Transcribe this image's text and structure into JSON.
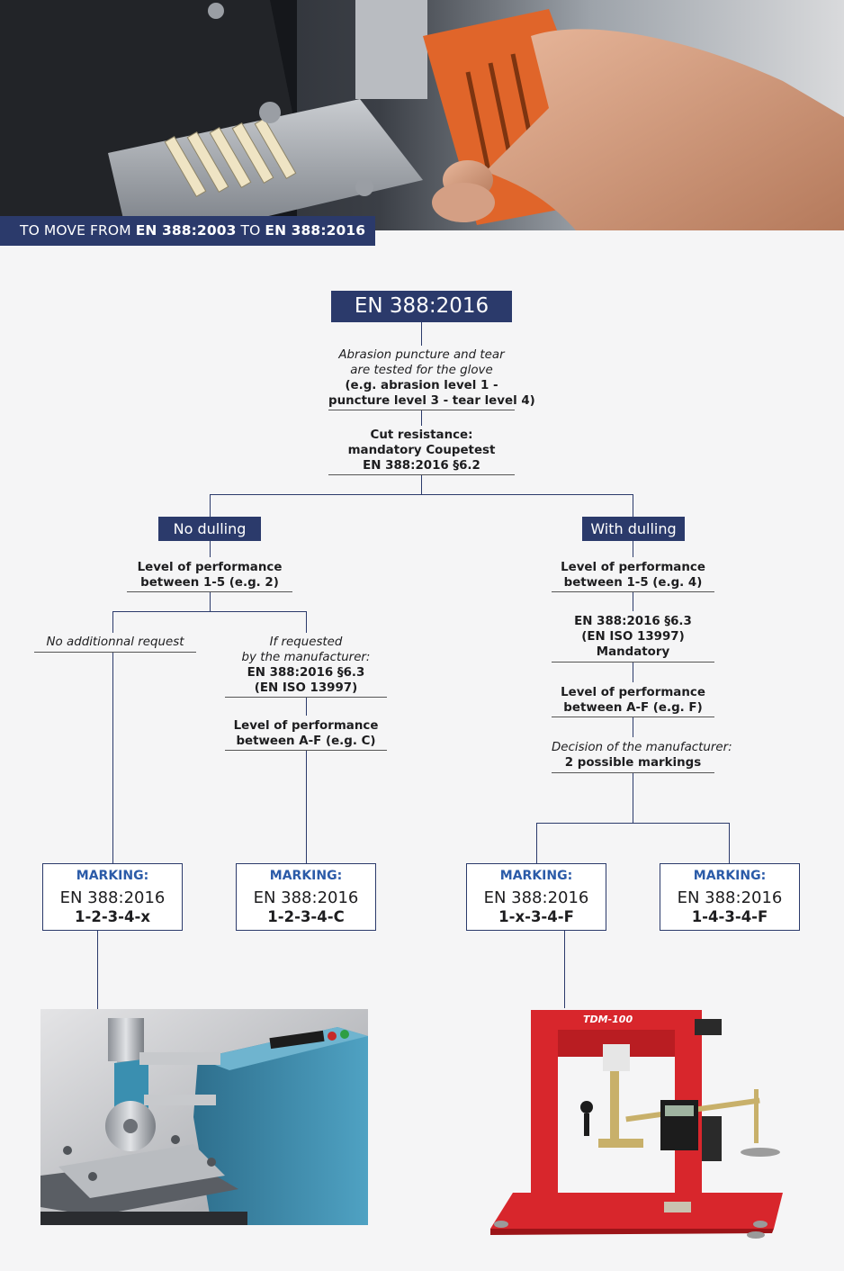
{
  "header": {
    "banner_prefix": "TO MOVE FROM ",
    "banner_from": "EN 388:2003",
    "banner_mid": " TO ",
    "banner_to": "EN 388:2016"
  },
  "flow": {
    "main_title": "EN 388:2016",
    "abrasion_italic_1": "Abrasion puncture and tear",
    "abrasion_italic_2": "are tested for the glove",
    "abrasion_bold_1": "(e.g. abrasion level 1 -",
    "abrasion_bold_2": "puncture level 3 - tear level 4)",
    "cut_1": "Cut resistance:",
    "cut_2": "mandatory Coupetest",
    "cut_3": "EN 388:2016 §6.2",
    "no_dulling": "No dulling",
    "with_dulling": "With dulling",
    "left_perf_1": "Level of performance",
    "left_perf_2": "between 1-5 (e.g. 2)",
    "no_additional": "No additionnal request",
    "if_requested_1": "If requested",
    "if_requested_2": "by the manufacturer:",
    "if_requested_3": "EN 388:2016 §6.3",
    "if_requested_4": "(EN ISO 13997)",
    "left_af_1": "Level of performance",
    "left_af_2": "between A-F (e.g. C)",
    "right_perf_1": "Level of performance",
    "right_perf_2": "between 1-5 (e.g. 4)",
    "right_iso_1": "EN 388:2016 §6.3",
    "right_iso_2": "(EN ISO 13997)",
    "right_iso_3": "Mandatory",
    "right_af_1": "Level of performance",
    "right_af_2": "between A-F (e.g. F)",
    "decision_1": "Decision of the manufacturer:",
    "decision_2": "2 possible markings"
  },
  "markings": [
    {
      "label": "MARKING:",
      "standard": "EN 388:2016",
      "code": "1-2-3-4-x"
    },
    {
      "label": "MARKING:",
      "standard": "EN 388:2016",
      "code": "1-2-3-4-C"
    },
    {
      "label": "MARKING:",
      "standard": "EN 388:2016",
      "code": "1-x-3-4-F"
    },
    {
      "label": "MARKING:",
      "standard": "EN 388:2016",
      "code": "1-4-3-4-F"
    }
  ],
  "machine_label": "TDM-100",
  "colors": {
    "navy": "#2b3a6b",
    "marking_blue": "#2b5ba8",
    "machine_red": "#d8262c",
    "sample_orange": "#e0652a",
    "tester_teal": "#3a8fb0"
  }
}
